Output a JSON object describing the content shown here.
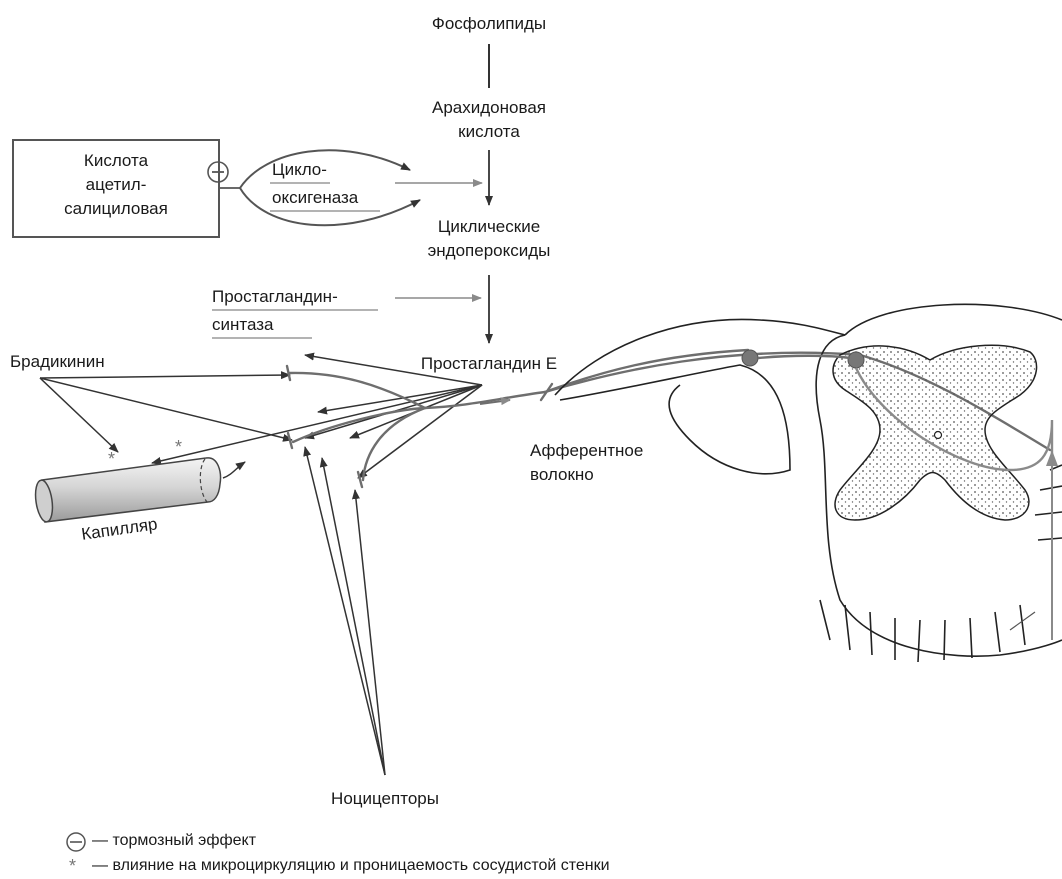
{
  "labels": {
    "phospholipids": "Фосфолипиды",
    "arachidonic_1": "Арахидоновая",
    "arachidonic_2": "кислота",
    "asa_1": "Кислота",
    "asa_2": "ацетил-",
    "asa_3": "салициловая",
    "cox_1": "Цикло-",
    "cox_2": "оксигеназа",
    "endoperox_1": "Циклические",
    "endoperox_2": "эндопероксиды",
    "pgsynth_1": "Простагландин-",
    "pgsynth_2": "синтаза",
    "pge": "Простагландин Е",
    "bradykinin": "Брадикинин",
    "capillary": "Капилляр",
    "afferent_1": "Афферентное",
    "afferent_2": "волокно",
    "nociceptors": "Ноцицепторы"
  },
  "legend": {
    "inhibit_text": "— тормозный эффект",
    "micro_symbol": "*",
    "micro_text": "— влияние на микроциркуляцию и проницаемость сосудистой стенки"
  },
  "colors": {
    "line": "#333333",
    "gray": "#8a8a8a",
    "nerve": "#6e6e6e",
    "underline": "#9a9a9a"
  }
}
